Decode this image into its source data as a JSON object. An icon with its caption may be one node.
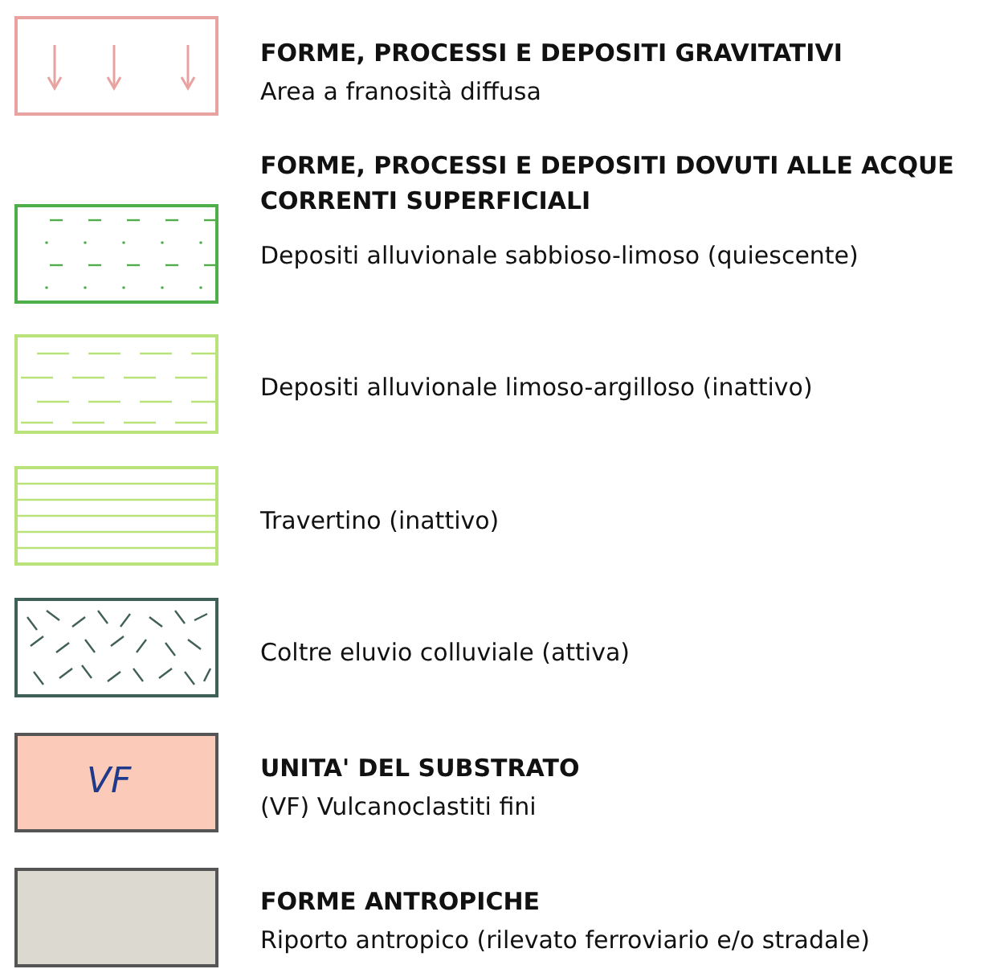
{
  "diagram": {
    "labels": [
      "FORME, PROCESSI E DEPOSITI GRAVITATIVI",
      "FORME, PROCESSI E DEPOSITI DOVUTI ALLE ACQUE CORRENTI SUPERFICIALI",
      "VF",
      "UNITA' DEL SUBSTRATO",
      "FORME ANTROPICHE"
    ],
    "legend": [
      {
        "text": "Area a franosità diffusa"
      },
      {
        "text": "Depositi alluvionale sabbioso-limoso (quiescente)"
      },
      {
        "text": "Depositi alluvionale limoso-argilloso (inattivo)"
      },
      {
        "text": "Travertino (inattivo)"
      },
      {
        "text": "Coltre eluvio colluviale (attiva)"
      },
      {
        "text": "(VF) Vulcanoclastiti fini",
        "color": "#fccab8"
      },
      {
        "text": "Riporto antropico (rilevato ferroviario e/o stradale)",
        "color": "#dcd9d1"
      }
    ]
  }
}
